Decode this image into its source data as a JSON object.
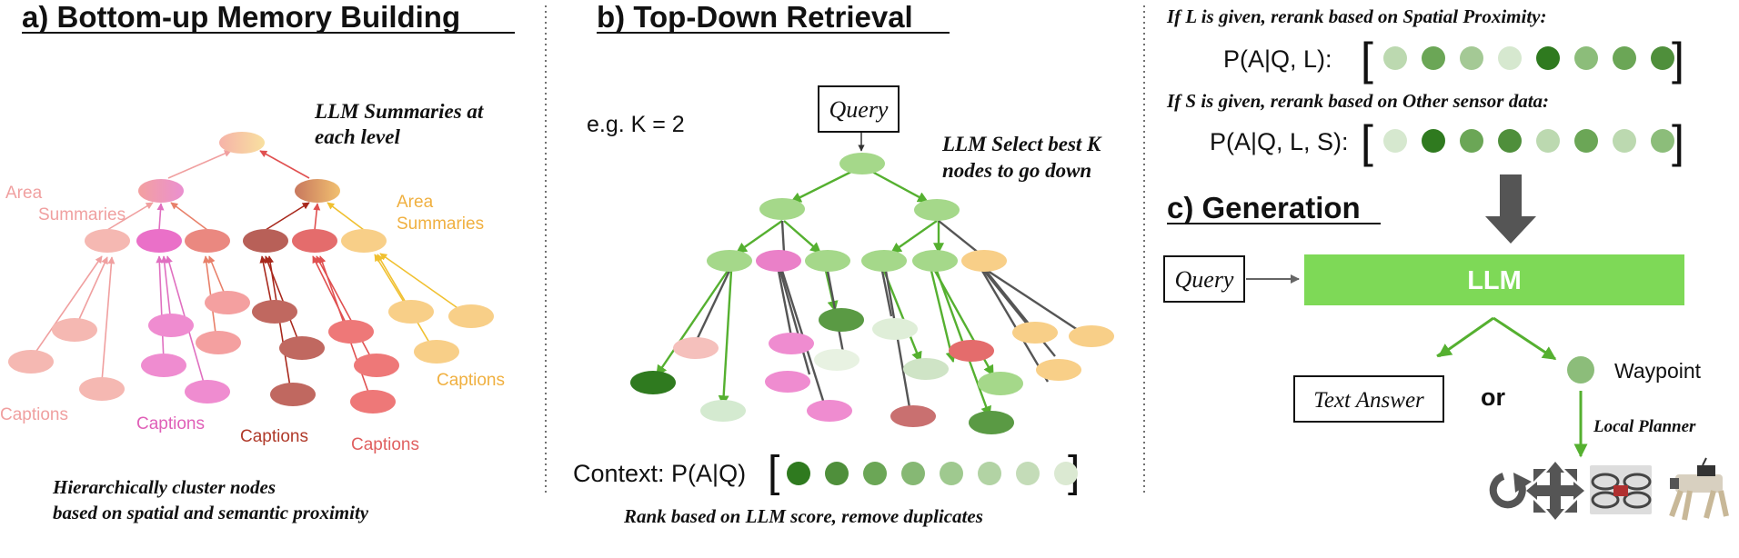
{
  "panel_a": {
    "title": "a) Bottom-up Memory Building",
    "llm_note_line1": "LLM Summaries at",
    "llm_note_line2": "each level",
    "area_left_line1": "Area",
    "area_left_line2": "Summaries",
    "area_right_line1": "Area",
    "area_right_line2": "Summaries",
    "captions": [
      "Captions",
      "Captions",
      "Captions",
      "Captions",
      "Captions"
    ],
    "footer_line1": "Hierarchically cluster nodes",
    "footer_line2": "based on spatial and semantic proximity"
  },
  "panel_b": {
    "title": "b) Top-Down Retrieval",
    "k_label": "e.g. K = 2",
    "query": "Query",
    "select_line1": "LLM Select best K",
    "select_line2": "nodes to go down",
    "context_label": "Context: P(A|Q)",
    "footer": "Rank based on LLM score, remove duplicates"
  },
  "panel_c": {
    "rerank_l_heading": "If L is given, rerank based on Spatial Proximity:",
    "rerank_l_label": "P(A|Q, L):",
    "rerank_s_heading": "If S is given, rerank based on Other sensor data:",
    "rerank_s_label": "P(A|Q, L, S):",
    "title": "c) Generation",
    "query": "Query",
    "llm": "LLM",
    "text_answer": "Text Answer",
    "or": "or",
    "waypoint": "Waypoint",
    "local_planner": "Local Planner",
    "action_icons": [
      "rotate-icon",
      "move-arrows-icon",
      "drone-icon",
      "robot-dog-icon"
    ]
  },
  "colors": {
    "green_bright": "#7ed957",
    "green_dark": "#2f7a1f",
    "arrow_green": "#55b030",
    "arrow_gray": "#5a5a5a",
    "caption_pink_light": "#f0a0a0",
    "caption_magenta": "#e060b8",
    "caption_darkred": "#b03a2a",
    "caption_red": "#e06060",
    "caption_yellow": "#f0b040"
  }
}
